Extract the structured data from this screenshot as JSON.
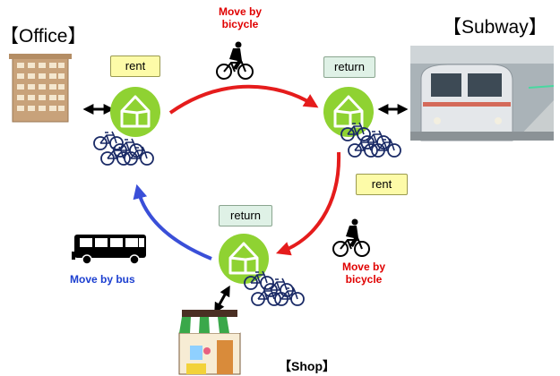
{
  "places": {
    "office": "【Office】",
    "subway": "【Subway】",
    "shop": "【Shop】"
  },
  "moves": {
    "top_line1": "Move by",
    "top_line2": "bicycle",
    "right_line1": "Move by",
    "right_line2": "bicycle",
    "bus": "Move by bus"
  },
  "tags": {
    "office_rent": "rent",
    "subway_return": "return",
    "subway_rent": "rent",
    "shop_return": "return"
  },
  "colors": {
    "bicycle_arrow": "#e51c1c",
    "bus_arrow": "#3a4fd8",
    "port_green": "#8fd232",
    "rent_tag": "#fdfba8",
    "return_tag": "#dff1e6"
  }
}
